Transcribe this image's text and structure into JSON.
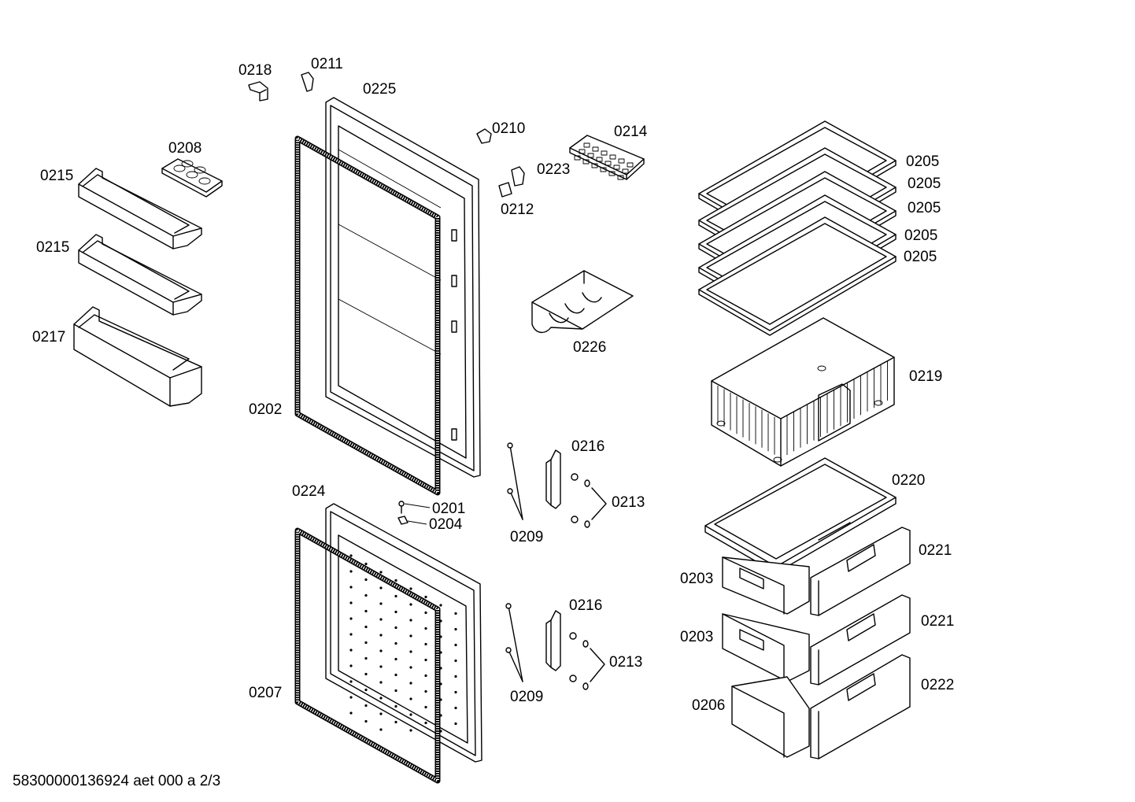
{
  "labels": {
    "p0218": "0218",
    "p0211": "0211",
    "p0225": "0225",
    "p0210": "0210",
    "p0214": "0214",
    "p0208": "0208",
    "p0223": "0223",
    "p0212": "0212",
    "p0215a": "0215",
    "p0215b": "0215",
    "p0217": "0217",
    "p0202": "0202",
    "p0226": "0226",
    "p0205a": "0205",
    "p0205b": "0205",
    "p0205c": "0205",
    "p0205d": "0205",
    "p0205e": "0205",
    "p0219": "0219",
    "p0216a": "0216",
    "p0213a": "0213",
    "p0209a": "0209",
    "p0224": "0224",
    "p0201": "0201",
    "p0204": "0204",
    "p0220": "0220",
    "p0221a": "0221",
    "p0203a": "0203",
    "p0216b": "0216",
    "p0213b": "0213",
    "p0221b": "0221",
    "p0203b": "0203",
    "p0207": "0207",
    "p0209b": "0209",
    "p0206": "0206",
    "p0222": "0222"
  },
  "footer": "58300000136924 aet 000 a 2/3"
}
